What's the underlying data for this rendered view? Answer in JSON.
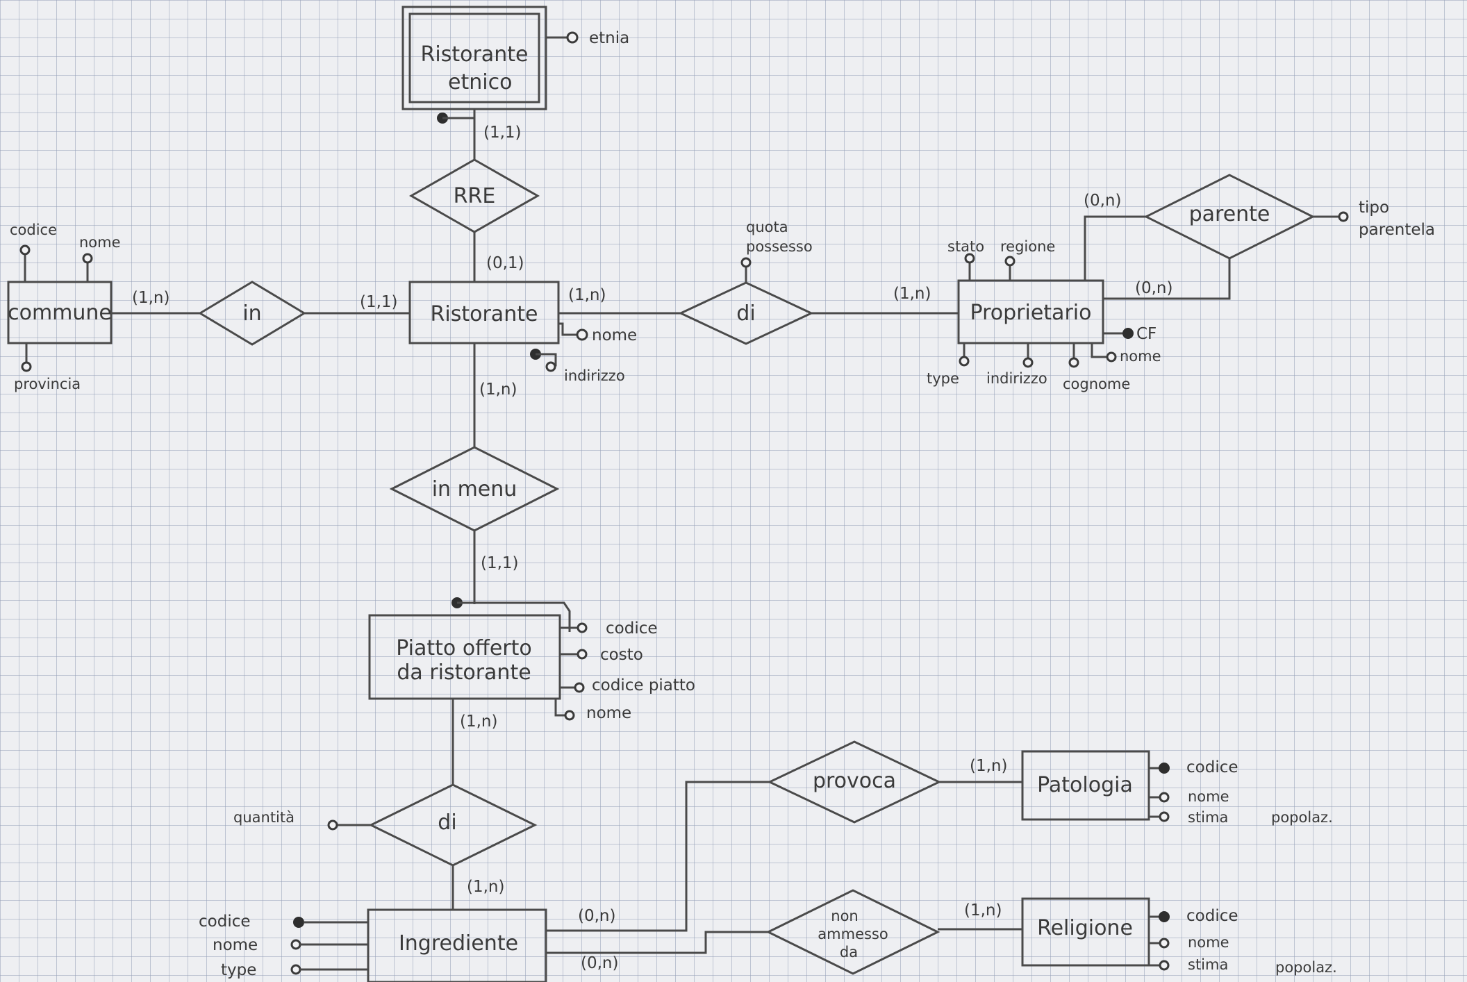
{
  "entities": {
    "ristorante_etnico": {
      "line1": "Ristorante",
      "line2": "etnico"
    },
    "ristorante": "Ristorante",
    "comune": "commune",
    "proprietario": "Proprietario",
    "piatto": {
      "line1": "Piatto offerto",
      "line2": "da ristorante"
    },
    "ingrediente": "Ingrediente",
    "patologia": "Patologia",
    "religione": "Religione"
  },
  "relationships": {
    "rre": "RRE",
    "in": "in",
    "di_possesso": "di",
    "parente": "parente",
    "in_menu": "in menu",
    "di_ingrediente": "di",
    "provoca": "provoca",
    "non_ammesso": {
      "line1": "non",
      "line2": "ammesso",
      "line3": "da"
    }
  },
  "attributes": {
    "etnia": "etnia",
    "comune_codice": "codice",
    "comune_nome": "nome",
    "comune_provincia": "provincia",
    "ristorante_nome": "nome",
    "ristorante_indirizzo": "indirizzo",
    "quota_possesso": {
      "line1": "quota",
      "line2": "possesso"
    },
    "prop_stato": "stato",
    "prop_regione": "regione",
    "prop_cf": "CF",
    "prop_nome": "nome",
    "prop_cognome": "cognome",
    "prop_indirizzo": "indirizzo",
    "prop_type": "type",
    "tipo_parentela": {
      "line1": "tipo",
      "line2": "parentela"
    },
    "piatto_codice": "codice",
    "piatto_costo": "costo",
    "piatto_codice_piatto": "codice piatto",
    "piatto_nome": "nome",
    "quantita": "quantità",
    "ingr_codice": "codice",
    "ingr_nome": "nome",
    "ingr_type": "type",
    "pat_codice": "codice",
    "pat_nome": "nome",
    "pat_stima": "stima",
    "pat_popolaz": "popolaz.",
    "rel_codice": "codice",
    "rel_nome": "nome",
    "rel_stima": "stima",
    "rel_popolaz": "popolaz."
  },
  "cardinalities": {
    "etnico_rre": "(1,1)",
    "ristorante_rre": "(0,1)",
    "comune_in": "(1,n)",
    "ristorante_in": "(1,1)",
    "ristorante_di": "(1,n)",
    "proprietario_di": "(1,n)",
    "proprietario_parente_top": "(0,n)",
    "proprietario_parente_right": "(0,n)",
    "ristorante_menu": "(1,n)",
    "piatto_menu": "(1,1)",
    "piatto_di": "(1,n)",
    "ingrediente_di": "(1,n)",
    "ingrediente_provoca": "(0,n)",
    "ingrediente_non_ammesso": "(0,n)",
    "patologia_provoca": "(1,n)",
    "religione_non_ammesso": "(1,n)"
  },
  "colors": {
    "grid": "#b7bdcc",
    "ink": "#4a4a4a",
    "paper": "#eeeff2"
  }
}
